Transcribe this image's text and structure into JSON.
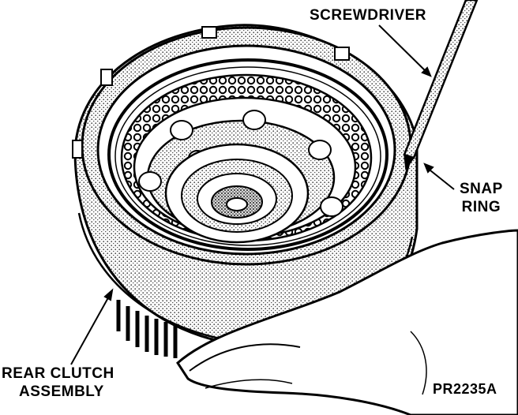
{
  "figure": {
    "labels": {
      "screwdriver": "SCREWDRIVER",
      "snap_ring_line1": "SNAP",
      "snap_ring_line2": "RING",
      "rear_clutch_line1": "REAR CLUTCH",
      "rear_clutch_line2": "ASSEMBLY",
      "figure_id": "PR2235A"
    },
    "colors": {
      "ink": "#000000",
      "paper": "#ffffff",
      "stipple": "#6a6a6a",
      "shade": "#b8b8b8"
    }
  }
}
